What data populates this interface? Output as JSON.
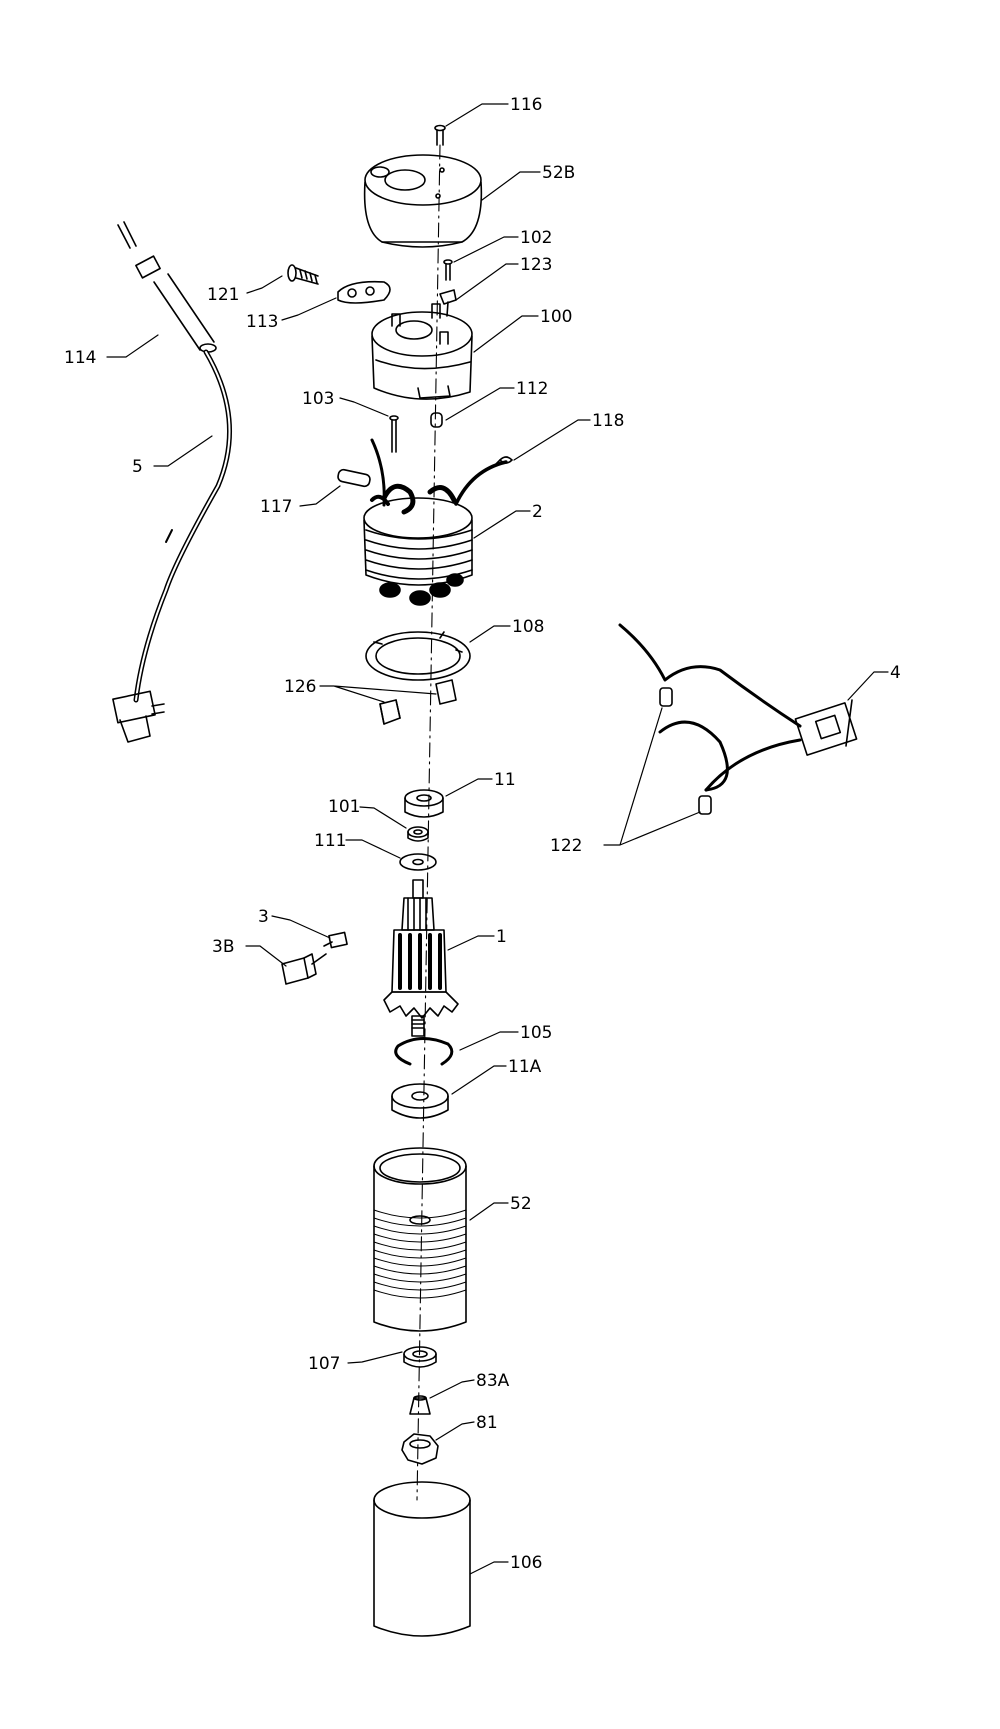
{
  "labels": {
    "p116": "116",
    "p52B": "52B",
    "p102": "102",
    "p123": "123",
    "p121": "121",
    "p113": "113",
    "p100": "100",
    "p114": "114",
    "p103": "103",
    "p112": "112",
    "p118": "118",
    "p5": "5",
    "p117": "117",
    "p2": "2",
    "p108": "108",
    "p4": "4",
    "p126": "126",
    "p11": "11",
    "p101": "101",
    "p122": "122",
    "p111": "111",
    "p3": "3",
    "p1": "1",
    "p3B": "3B",
    "p105": "105",
    "p11A": "11A",
    "p52": "52",
    "p107": "107",
    "p83A": "83A",
    "p81": "81",
    "p106": "106"
  }
}
